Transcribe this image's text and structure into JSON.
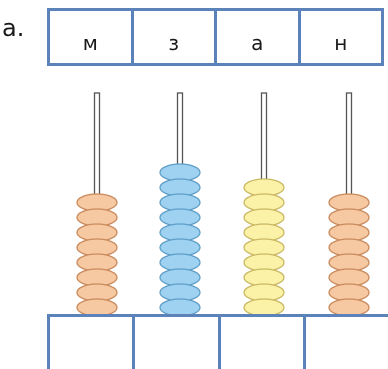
{
  "exercise_label": "a.",
  "columns": [
    {
      "label": "м",
      "beads": 8,
      "color": "#f6c9a2",
      "stroke": "#c98a5c"
    },
    {
      "label": "з",
      "beads": 10,
      "color": "#9fd2f0",
      "stroke": "#5e9ec8"
    },
    {
      "label": "а",
      "beads": 9,
      "color": "#fbf1a7",
      "stroke": "#c9b862"
    },
    {
      "label": "н",
      "beads": 8,
      "color": "#f6c9a2",
      "stroke": "#c98a5c"
    }
  ],
  "answer_cells": [
    "",
    "",
    "",
    ""
  ],
  "colors": {
    "grid_border": "#5c82ba",
    "rod": "#555555"
  }
}
